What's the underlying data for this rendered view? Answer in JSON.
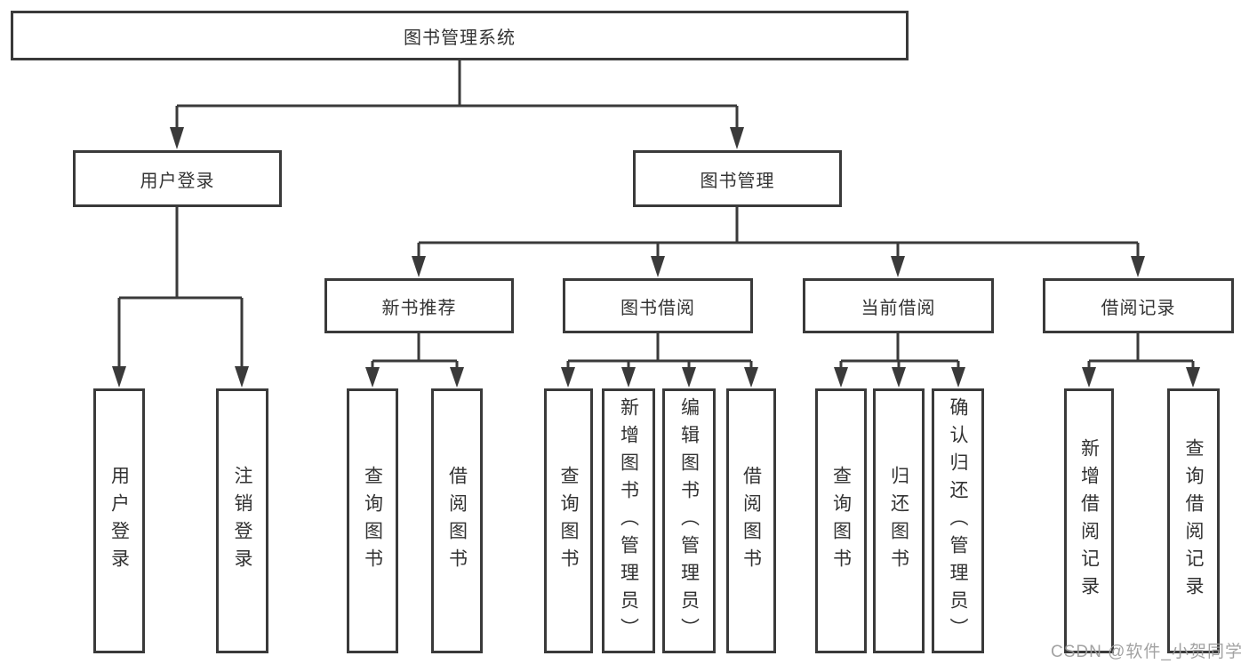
{
  "diagram": {
    "root": {
      "label": "图书管理系统"
    },
    "level2": [
      {
        "label": "用户登录"
      },
      {
        "label": "图书管理"
      }
    ],
    "level3": [
      {
        "label": "新书推荐"
      },
      {
        "label": "图书借阅"
      },
      {
        "label": "当前借阅"
      },
      {
        "label": "借阅记录"
      }
    ],
    "leaves": {
      "login": [
        "用户登录",
        "注销登录"
      ],
      "recommend": [
        "查询图书",
        "借阅图书"
      ],
      "borrow": [
        "查询图书",
        "新增图书（管理员）",
        "编辑图书（管理员）",
        "借阅图书"
      ],
      "current": [
        "查询图书",
        "归还图书",
        "确认归还（管理员）"
      ],
      "records": [
        "新增借阅记录",
        "查询借阅记录"
      ]
    },
    "line_color": "#3a3a3a",
    "text_color": "#333333"
  },
  "watermark": {
    "text": "CSDN @软件_小贺同学",
    "color": "#9b9b9b"
  }
}
